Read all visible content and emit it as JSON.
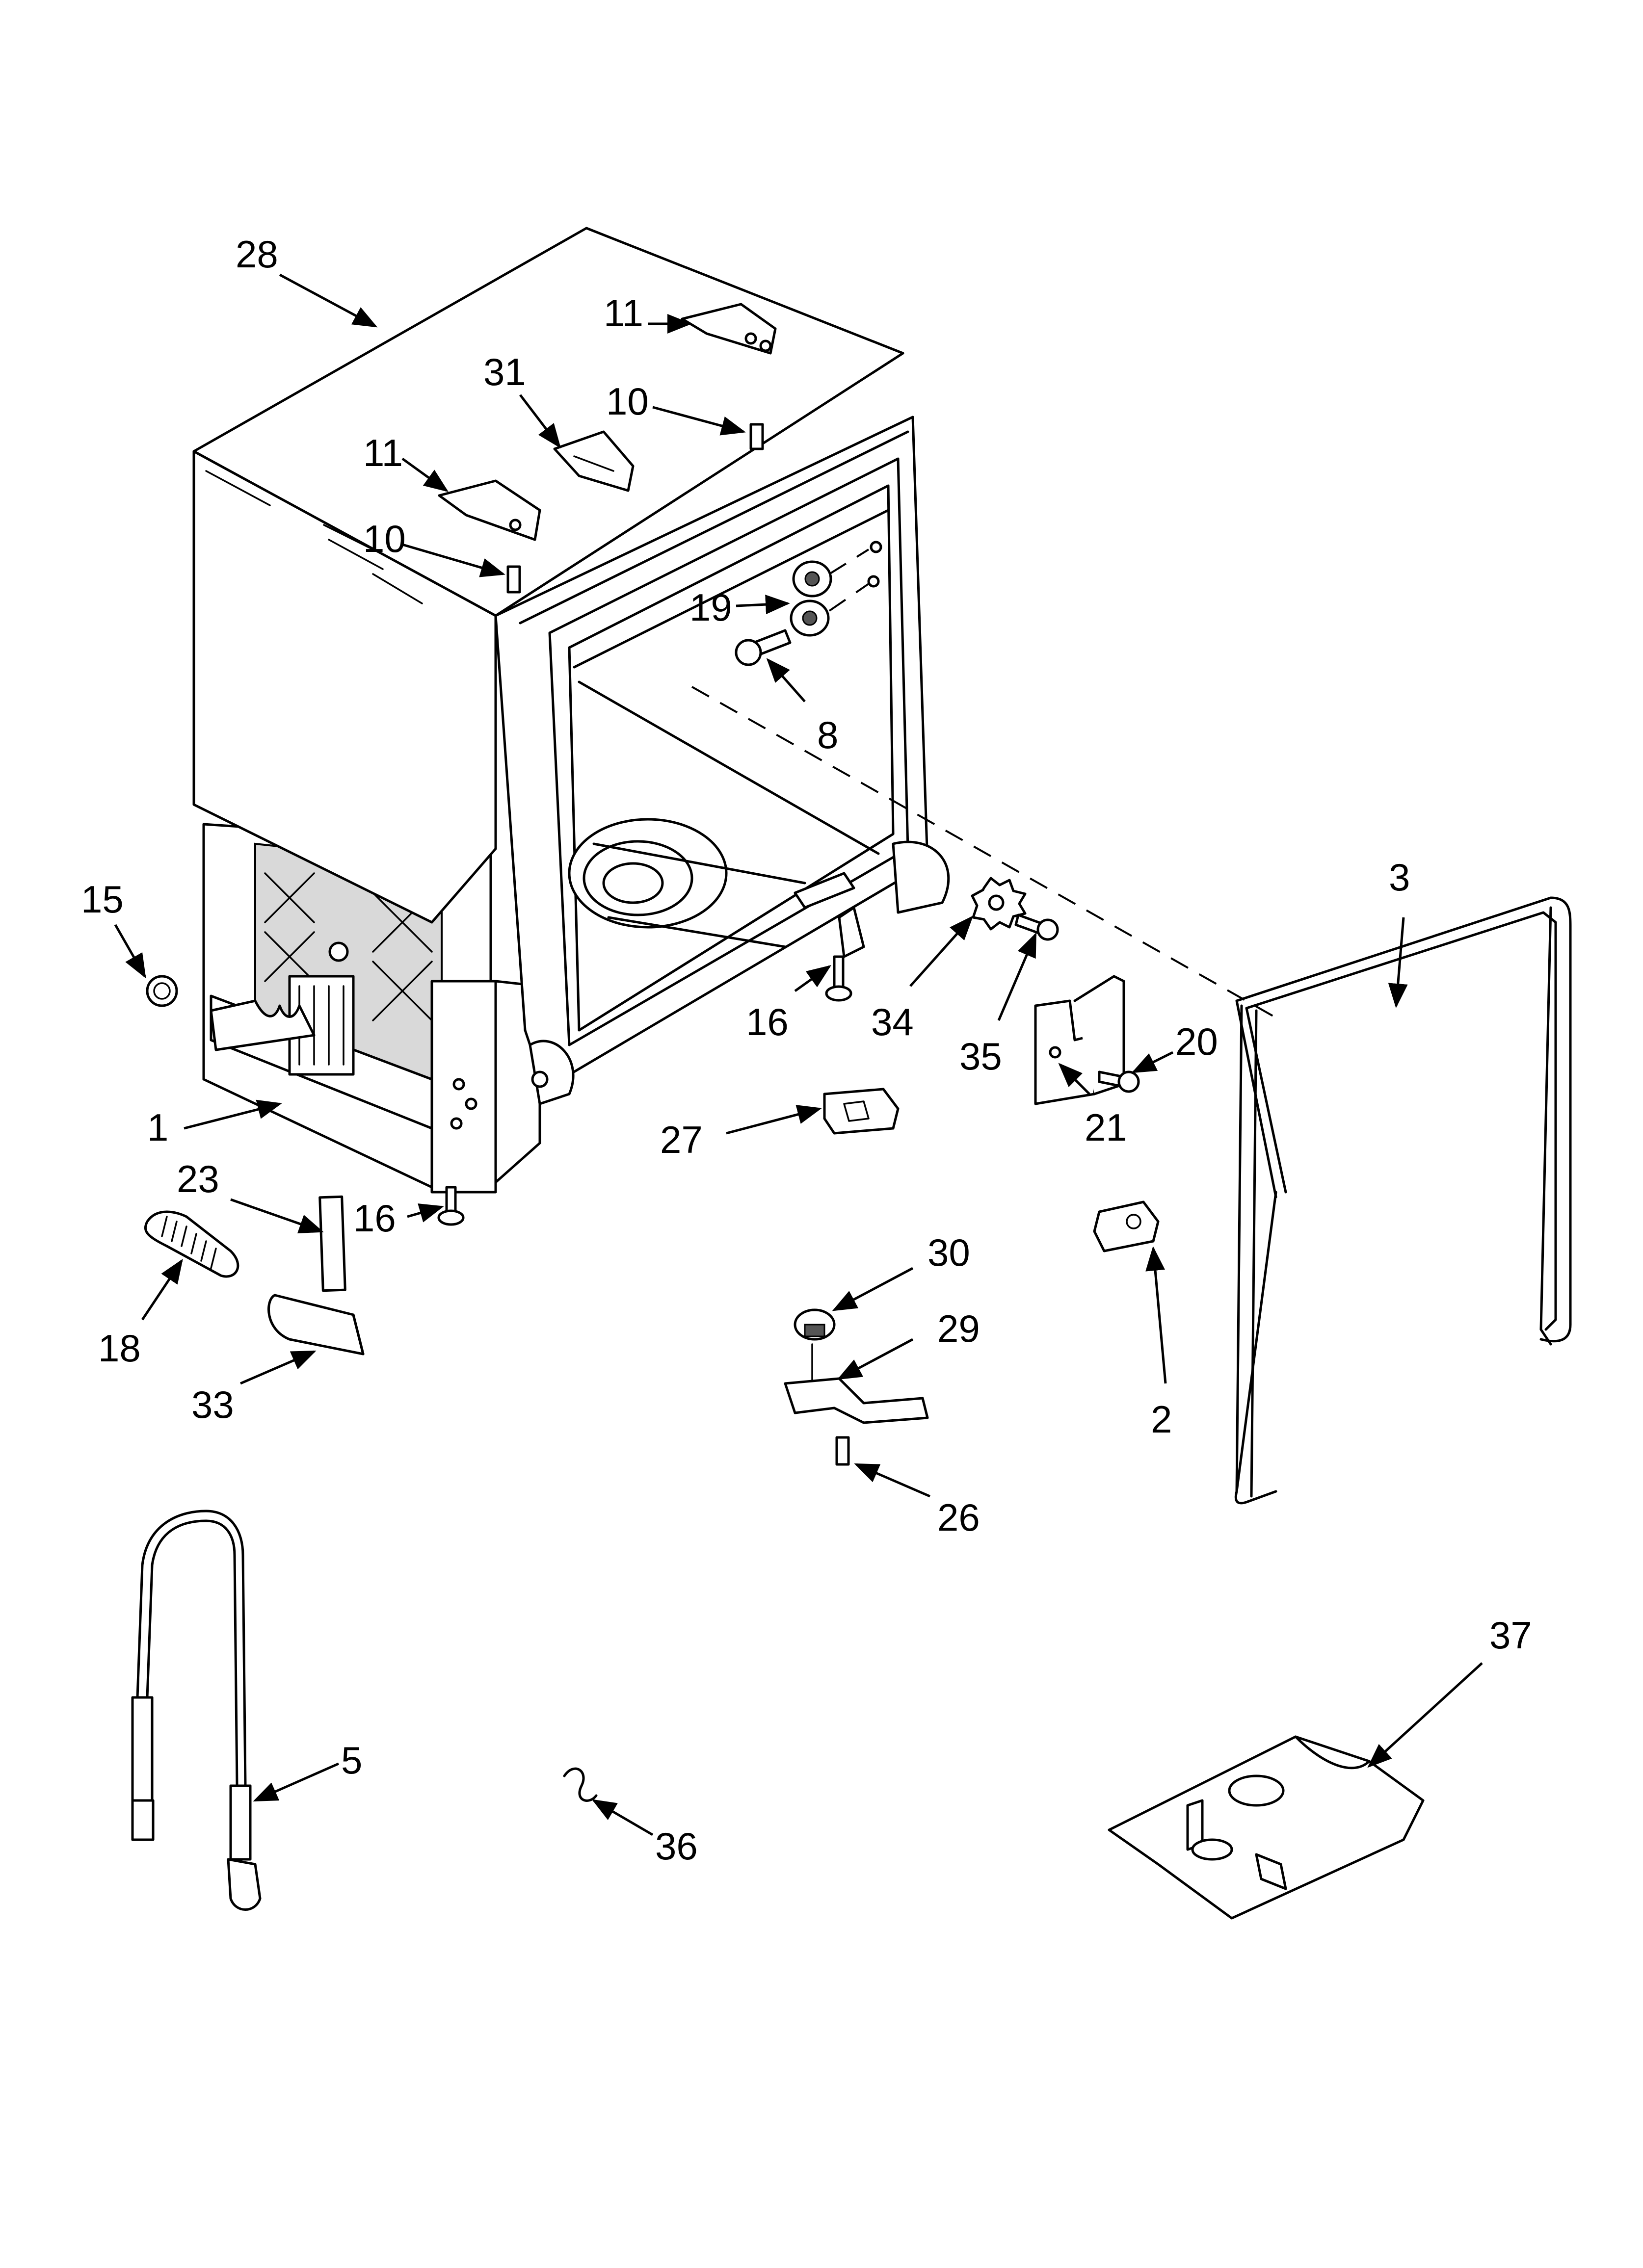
{
  "diagram": {
    "callouts": [
      {
        "id": "28",
        "label": "28"
      },
      {
        "id": "11a",
        "label": "11"
      },
      {
        "id": "31",
        "label": "31"
      },
      {
        "id": "10a",
        "label": "10"
      },
      {
        "id": "11b",
        "label": "11"
      },
      {
        "id": "10b",
        "label": "10"
      },
      {
        "id": "19",
        "label": "19"
      },
      {
        "id": "8",
        "label": "8"
      },
      {
        "id": "3",
        "label": "3"
      },
      {
        "id": "15",
        "label": "15"
      },
      {
        "id": "16a",
        "label": "16"
      },
      {
        "id": "34",
        "label": "34"
      },
      {
        "id": "35",
        "label": "35"
      },
      {
        "id": "20",
        "label": "20"
      },
      {
        "id": "21",
        "label": "21"
      },
      {
        "id": "1",
        "label": "1"
      },
      {
        "id": "27",
        "label": "27"
      },
      {
        "id": "23",
        "label": "23"
      },
      {
        "id": "16b",
        "label": "16"
      },
      {
        "id": "18",
        "label": "18"
      },
      {
        "id": "33",
        "label": "33"
      },
      {
        "id": "30",
        "label": "30"
      },
      {
        "id": "29",
        "label": "29"
      },
      {
        "id": "2",
        "label": "2"
      },
      {
        "id": "26",
        "label": "26"
      },
      {
        "id": "37",
        "label": "37"
      },
      {
        "id": "5",
        "label": "5"
      },
      {
        "id": "36",
        "label": "36"
      }
    ]
  }
}
